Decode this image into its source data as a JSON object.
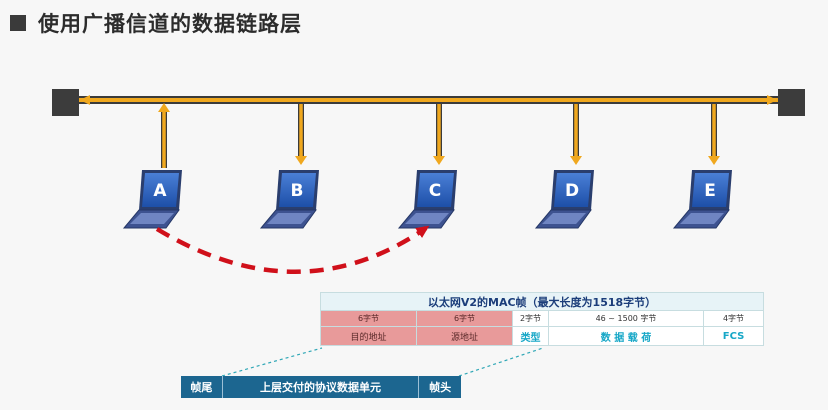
{
  "title": "使用广播信道的数据链路层",
  "stations": [
    {
      "label": "A"
    },
    {
      "label": "B"
    },
    {
      "label": "C"
    },
    {
      "label": "D"
    },
    {
      "label": "E"
    }
  ],
  "colors": {
    "bus": "#f0a81e",
    "arrow": "#d0101a",
    "terminator": "#3c3c3c",
    "frame_header": "#1c6690",
    "mac_field": "#16a7c7",
    "mac_pink": "#e89a9a"
  },
  "mac_frame": {
    "title": "以太网V2的MAC帧（最大长度为1518字节）",
    "sizes": [
      "6字节",
      "6字节",
      "2字节",
      "46 ~ 1500 字节",
      "4字节"
    ],
    "fields": [
      "目的地址",
      "源地址",
      "类型",
      "数 据 载 荷",
      "FCS"
    ]
  },
  "pdu": {
    "tail": "帧尾",
    "data": "上层交付的协议数据单元",
    "head": "帧头"
  }
}
